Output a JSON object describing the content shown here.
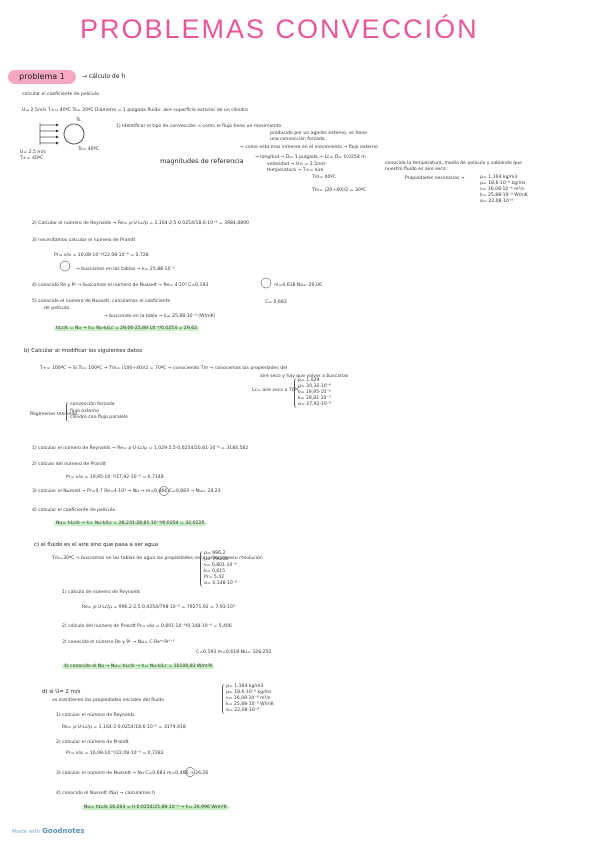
{
  "title": "PROBLEMAS CONVECCIÓN",
  "problem": {
    "badge": "problema 1",
    "goal": "→ cálculo de h",
    "task": "calcular el coeficiente de película",
    "given": "U= 2,5m/s    T∞= 40ºC    Ts= 20ºC    Diámetro = 1 pulgada    fluido: aire    superficie exterior de un cilindro"
  },
  "diagram": {
    "label_top": "Ts",
    "label_u": "U= 2,5 m/s",
    "label_t": "T∞= 40ºC",
    "label_right": "Ts= 40ºC"
  },
  "steps": {
    "s1": "1) Identificar el tipo de convección → como el flujo tiene un movimiento",
    "s1b": "producido por un agente externo, se tiene",
    "s1c": "una convección forzada",
    "s1d": "→ como esta mas inmerso en el movimiento → flujo externo",
    "mag": "magnitudes de referencia",
    "long": "→ longitud → D= 1 pulgada → Lc= D= 0,0254 m",
    "vel": "velocidad → U∞ = 2,5m/s",
    "temp": "temperatura → T∞= aire",
    "tmed_lbl": "Tm= 40ºC",
    "tmed": "Tm= (20+40)/2 = 30ºC",
    "conoc": "conocida la temperatura, media de película y sabiendo que",
    "conoc2": "nuestro fluido es aire seco:",
    "props_lbl": "Propiedades necesarias →",
    "props": [
      "ρ= 1,164 kg/m3",
      "μ= 18,6·10⁻⁶ kg/ms",
      "ν= 16,08·10⁻⁶ m²/s",
      "k= 25,88·10⁻³ W/mK",
      "α= 22,08·10⁻⁶"
    ],
    "re": "2) Calcular el número de Reynolds → Re= ρ·U·Lc/μ = 1,164·2,5·0,0254/18,6·10⁻⁶ = 3984,8890",
    "pr_title": "3) necesitamos calcular el número de Prandt",
    "pr": "Pr= ν/α = 16,08·10⁻⁶/22,08·10⁻⁶ = 0,728",
    "pr_note": "→ buscamos en las tablas → k= 25,88·10⁻³",
    "nu_title": "4) conocido Re y Pr → buscamos el número de Nusselt → Re= 4·10³   C=0,193",
    "nu_val": "m=0,618   Nu= 29,06",
    "nu_c": "C= 0,683",
    "h_title": "5) conocido el número de Nusselt, calculamos el coeficiente",
    "h_title2": "de película",
    "h_note": "→ buscando en la tabla → k= 25,88·10⁻³ (W/mK)",
    "h_eq": "hLc/k = Nu → h= Nu·k/Lc = 29,06·25,88·10⁻³/0,0254 = 29,63",
    "b_title": "b) Calcular al modificar los siguientes datos",
    "b_temp": "T∞= 100ºC → Si Ts= 100ºC → Tm= (100+40)/2 = 70ºC → conociendo Tm → conocemos las propiedades del",
    "b_temp2": "aire seco y hay que volver a buscarlas",
    "b_temp3": "Lc= aire seco a 70ºC",
    "b_props": [
      "ρ= 1,029",
      "μ= 20,32·10⁻⁶",
      "ν= 19,95·10⁻⁶",
      "k= 28,81·10⁻³",
      "α= 27,92·10⁻⁶"
    ],
    "regimen_lbl": "Regímenes teniendo",
    "regimen": [
      "convección forzada",
      "flujo externo",
      "cilindro con flujo paralelo"
    ],
    "b_re": "1) calcular el número de Reynolds → Re= ρ·U·Lc/μ = 1,029·2,5·0,0254/20,81·10⁻⁶ = 3184,582",
    "b_pr_title": "2) cálculo del número de Prandt",
    "b_pr": "Pr= ν/α = 19,95·10⁻⁶/27,92·10⁻⁶ = 0,7148",
    "b_nu": "3) calcular el Nusselt → Pr=0,7  Re=4·10³ → Nu → m=0,466  C=0,683 → Nu= 28,23",
    "b_h_title": "4) calcular el coeficiente de película",
    "b_h": "Nu= hLc/k → h= Nu·k/Lc = 28,231·28,81·10⁻³/0,0254 = 32,0225",
    "c_title": "c) el fluido es el aire sino que pasa a ser agua",
    "c_line": "Tm=30ºC → buscamos en las tablas de agua las propiedades necesarias para su resolución",
    "c_props": [
      "ρ= 996,2",
      "μ= 798·10⁻⁶",
      "ν= 0,801·10⁻⁶",
      "k= 0,615",
      "Pr= 5,42",
      "α= 0,148·10⁻⁶"
    ],
    "c_re_title": "1) cálculo de número de Reynolds",
    "c_re": "Re= ρ·U·Lc/μ = 996,2·2,5·0,0254/798·10⁻⁶ = 79271,92 = 7,93·10⁴",
    "c_pr": "2) cálculo del número de Prandt   Pr= ν/α = 0,801·10⁻⁶/0,148·10⁻⁶ = 5,406",
    "c_nu": "3) conocido el número Re y Pr → Nu= C·Reᵐ·Pr¹ᐟ³",
    "c_nu2": "C=0,193   m=0,618   Nu= 328,250",
    "c_h": "4) conocido el Nu → Nu= hLc/k → h= Nu·k/Lc = 10100,83 W/m²K",
    "d_title": "d) si U= 2 m/s",
    "d_line": "se mantienen las propiedades iniciales del fluido",
    "d_props": [
      "ρ= 1,164 kg/m3",
      "μ= 18,6·10⁻⁶ kg/ms",
      "ν= 16,08·10⁻⁶ m²/s",
      "k= 25,88·10⁻³ W/mK",
      "α= 22,08·10⁻⁶"
    ],
    "d_re_title": "1) calcular el número de Reynolds",
    "d_re": "Re= ρ·U·Lc/μ = 1,164·2·0,0254/18,6·10⁻⁶ = 3179,418",
    "d_pr_title": "2) calcular el número de Prandt",
    "d_pr": "Pr= ν/α = 16,08·10⁻⁶/22,08·10⁻⁶ = 0,7282",
    "d_nu": "3) calcular el número de Nusselt → Nu  C=0,683  m=0,466 → 26,26",
    "d_h_title": "4) conocido el Nusselt (Nu) → calculamos h",
    "d_h": "Nu= hLc/k   26,264 = h·0,0254/25,88·10⁻³ → h= 26,996 W/m²K"
  },
  "footer": {
    "made": "Made with",
    "brand": "Goodnotes"
  },
  "colors": {
    "title": "#e8559a",
    "badge": "#f5a7c4",
    "highlight": "#c9efc4"
  }
}
